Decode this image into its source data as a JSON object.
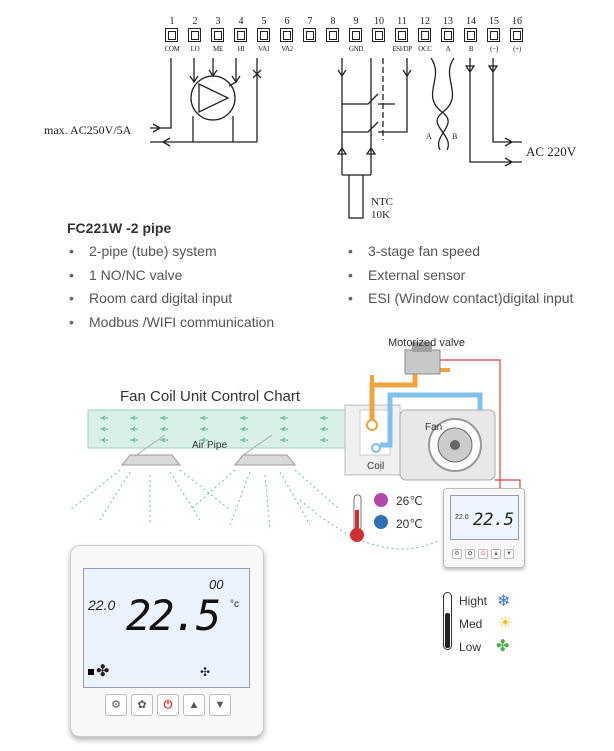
{
  "wiring": {
    "terminals": [
      {
        "num": "1",
        "label": "COM"
      },
      {
        "num": "2",
        "label": "LO"
      },
      {
        "num": "3",
        "label": "ME"
      },
      {
        "num": "4",
        "label": "HI"
      },
      {
        "num": "5",
        "label": "VA1"
      },
      {
        "num": "6",
        "label": "VA2"
      },
      {
        "num": "7",
        "label": ""
      },
      {
        "num": "8",
        "label": ""
      },
      {
        "num": "9",
        "label": "GND"
      },
      {
        "num": "10",
        "label": ""
      },
      {
        "num": "11",
        "label": "ESI/DP"
      },
      {
        "num": "12",
        "label": "OCC"
      },
      {
        "num": "13",
        "label": "A"
      },
      {
        "num": "14",
        "label": "B"
      },
      {
        "num": "15",
        "label": "(−)"
      },
      {
        "num": "16",
        "label": "(+)"
      }
    ],
    "max_label": "max. AC250V/5A",
    "ac_label": "AC 220V",
    "ntc_label": "NTC",
    "ntc_value": "10K",
    "twist_a": "A",
    "twist_b": "B"
  },
  "product": {
    "title": "FC221W -2 pipe",
    "features_left": [
      "2-pipe (tube) system",
      "1 NO/NC valve",
      "Room card digital input",
      "Modbus /WIFI communication"
    ],
    "features_right": [
      "3-stage fan speed",
      "External sensor",
      "ESI (Window contact)digital input"
    ]
  },
  "chart": {
    "title": "Fan Coil Unit Control Chart",
    "air_pipe": "Air Pipe",
    "motorized_valve": "Motorized valve",
    "fan": "Fan",
    "coil": "Coil",
    "temp_hot": "26℃",
    "temp_cold": "20℃",
    "color_hot": "#b04aa6",
    "color_cold": "#2f6db5",
    "pipe_hot": "#f2a43c",
    "pipe_cold": "#7fc1ea"
  },
  "thermostat": {
    "setpoint": "22.0",
    "room_temp": "22.5",
    "unit": "°c",
    "top_value": "00",
    "small_setpoint": "22.0",
    "small_room": "22.5",
    "buttons": [
      "⚙",
      "✿",
      "⏻",
      "▲",
      "▼"
    ]
  },
  "speeds": {
    "high": "Hight",
    "med": "Med",
    "low": "Low"
  }
}
